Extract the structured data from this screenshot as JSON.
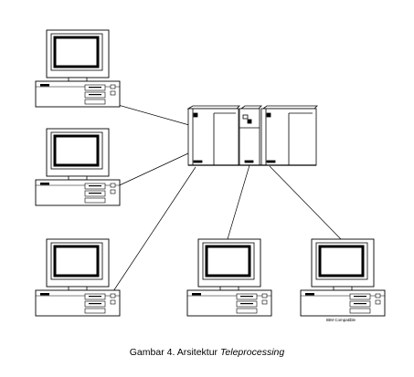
{
  "diagram": {
    "caption_prefix": "Gambar 4. Arsitektur ",
    "caption_emphasis": "Teleprocessing",
    "terminal_label": "IBM Compatible",
    "nodes": [
      "mainframe",
      "terminal-1",
      "terminal-2",
      "terminal-3",
      "terminal-4",
      "terminal-5"
    ],
    "links": [
      [
        "terminal-1",
        "mainframe"
      ],
      [
        "terminal-2",
        "mainframe"
      ],
      [
        "terminal-3",
        "mainframe"
      ],
      [
        "terminal-4",
        "mainframe"
      ],
      [
        "terminal-5",
        "mainframe"
      ]
    ]
  }
}
